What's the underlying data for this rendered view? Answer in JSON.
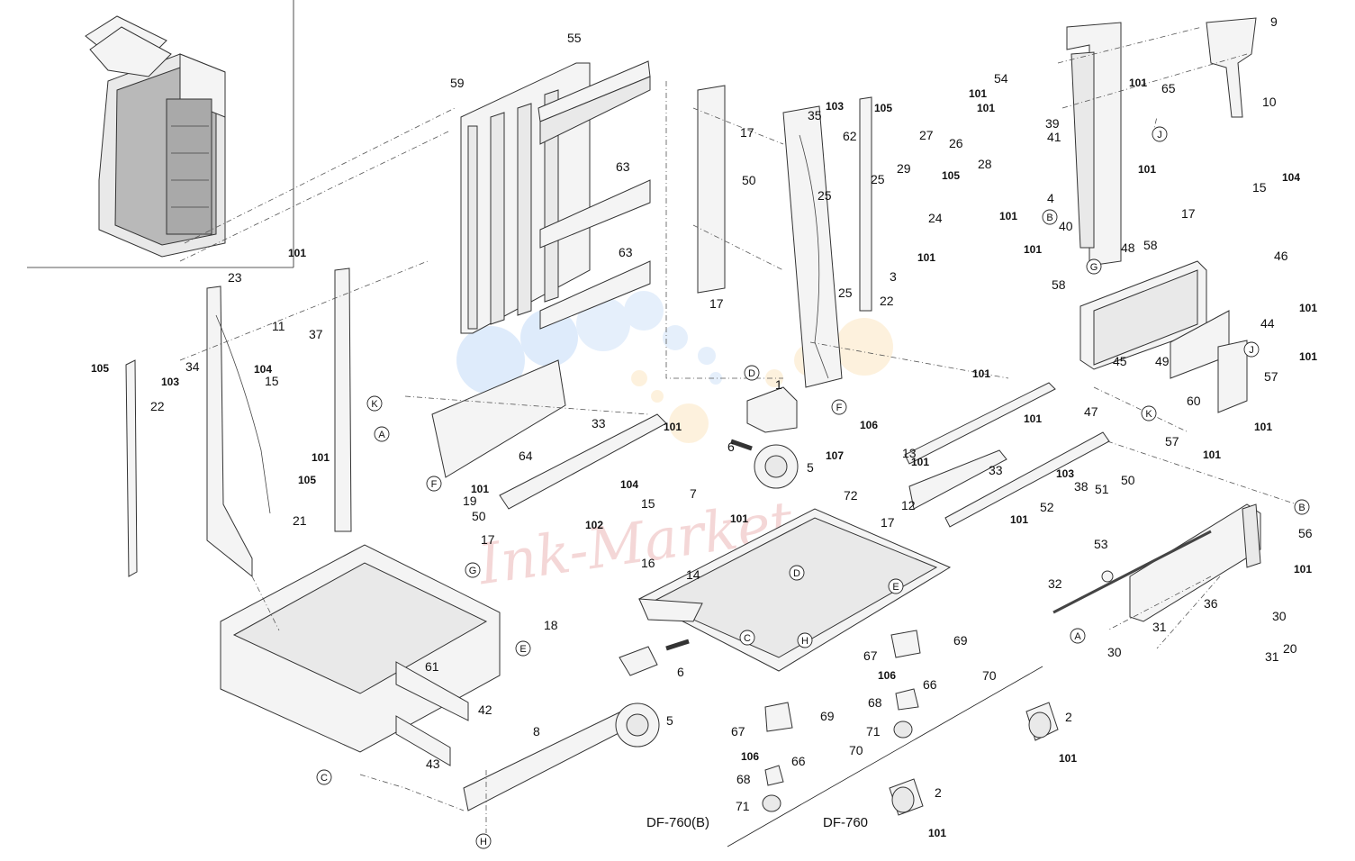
{
  "watermark": "Ink-Market",
  "models": {
    "left": "DF-760(B)",
    "right": "DF-760"
  },
  "callouts": [
    {
      "t": "55"
    },
    {
      "t": "59"
    },
    {
      "t": "63"
    },
    {
      "t": "63"
    },
    {
      "t": "64"
    },
    {
      "t": "33"
    },
    {
      "t": "101",
      "bold": true
    },
    {
      "t": "17"
    },
    {
      "t": "50"
    },
    {
      "t": "17"
    },
    {
      "t": "35"
    },
    {
      "t": "103",
      "bold": true
    },
    {
      "t": "62"
    },
    {
      "t": "105",
      "bold": true
    },
    {
      "t": "25"
    },
    {
      "t": "25"
    },
    {
      "t": "25"
    },
    {
      "t": "27"
    },
    {
      "t": "26"
    },
    {
      "t": "28"
    },
    {
      "t": "29"
    },
    {
      "t": "105",
      "bold": true
    },
    {
      "t": "24"
    },
    {
      "t": "101",
      "bold": true
    },
    {
      "t": "3"
    },
    {
      "t": "22"
    },
    {
      "t": "54"
    },
    {
      "t": "101",
      "bold": true
    },
    {
      "t": "101",
      "bold": true
    },
    {
      "t": "39"
    },
    {
      "t": "101",
      "bold": true
    },
    {
      "t": "65"
    },
    {
      "t": "9"
    },
    {
      "t": "10"
    },
    {
      "t": "41"
    },
    {
      "t": "101",
      "bold": true
    },
    {
      "t": "4"
    },
    {
      "t": "101",
      "bold": true
    },
    {
      "t": "40"
    },
    {
      "t": "101",
      "bold": true
    },
    {
      "t": "48"
    },
    {
      "t": "58"
    },
    {
      "t": "17"
    },
    {
      "t": "15"
    },
    {
      "t": "104",
      "bold": true
    },
    {
      "t": "46"
    },
    {
      "t": "58"
    },
    {
      "t": "101",
      "bold": true
    },
    {
      "t": "44"
    },
    {
      "t": "101",
      "bold": true
    },
    {
      "t": "45"
    },
    {
      "t": "49"
    },
    {
      "t": "57"
    },
    {
      "t": "60"
    },
    {
      "t": "47"
    },
    {
      "t": "101",
      "bold": true
    },
    {
      "t": "57"
    },
    {
      "t": "101",
      "bold": true
    },
    {
      "t": "101",
      "bold": true
    },
    {
      "t": "23"
    },
    {
      "t": "11"
    },
    {
      "t": "37"
    },
    {
      "t": "105",
      "bold": true
    },
    {
      "t": "103",
      "bold": true
    },
    {
      "t": "34"
    },
    {
      "t": "104",
      "bold": true
    },
    {
      "t": "15"
    },
    {
      "t": "22"
    },
    {
      "t": "101",
      "bold": true
    },
    {
      "t": "105",
      "bold": true
    },
    {
      "t": "21"
    },
    {
      "t": "1"
    },
    {
      "t": "6"
    },
    {
      "t": "5"
    },
    {
      "t": "106",
      "bold": true
    },
    {
      "t": "107",
      "bold": true
    },
    {
      "t": "72"
    },
    {
      "t": "101",
      "bold": true
    },
    {
      "t": "13"
    },
    {
      "t": "101",
      "bold": true
    },
    {
      "t": "33"
    },
    {
      "t": "12"
    },
    {
      "t": "101",
      "bold": true
    },
    {
      "t": "103",
      "bold": true
    },
    {
      "t": "38"
    },
    {
      "t": "50"
    },
    {
      "t": "51"
    },
    {
      "t": "52"
    },
    {
      "t": "101",
      "bold": true
    },
    {
      "t": "53"
    },
    {
      "t": "56"
    },
    {
      "t": "101",
      "bold": true
    },
    {
      "t": "32"
    },
    {
      "t": "36"
    },
    {
      "t": "31"
    },
    {
      "t": "30"
    },
    {
      "t": "30"
    },
    {
      "t": "31"
    },
    {
      "t": "20"
    },
    {
      "t": "101",
      "bold": true
    },
    {
      "t": "19"
    },
    {
      "t": "50"
    },
    {
      "t": "17"
    },
    {
      "t": "104",
      "bold": true
    },
    {
      "t": "15"
    },
    {
      "t": "7"
    },
    {
      "t": "101",
      "bold": true
    },
    {
      "t": "102",
      "bold": true
    },
    {
      "t": "16"
    },
    {
      "t": "14"
    },
    {
      "t": "17"
    },
    {
      "t": "18"
    },
    {
      "t": "61"
    },
    {
      "t": "42"
    },
    {
      "t": "43"
    },
    {
      "t": "8"
    },
    {
      "t": "6"
    },
    {
      "t": "5"
    },
    {
      "t": "67"
    },
    {
      "t": "69"
    },
    {
      "t": "106",
      "bold": true
    },
    {
      "t": "66"
    },
    {
      "t": "70"
    },
    {
      "t": "68"
    },
    {
      "t": "71"
    },
    {
      "t": "67"
    },
    {
      "t": "69"
    },
    {
      "t": "106",
      "bold": true
    },
    {
      "t": "66"
    },
    {
      "t": "70"
    },
    {
      "t": "68"
    },
    {
      "t": "71"
    },
    {
      "t": "2"
    },
    {
      "t": "101",
      "bold": true
    },
    {
      "t": "2"
    },
    {
      "t": "101",
      "bold": true
    }
  ],
  "ref_markers": [
    "A",
    "A",
    "B",
    "B",
    "C",
    "C",
    "D",
    "D",
    "E",
    "E",
    "F",
    "F",
    "G",
    "G",
    "H",
    "H",
    "J",
    "J",
    "K",
    "K"
  ]
}
